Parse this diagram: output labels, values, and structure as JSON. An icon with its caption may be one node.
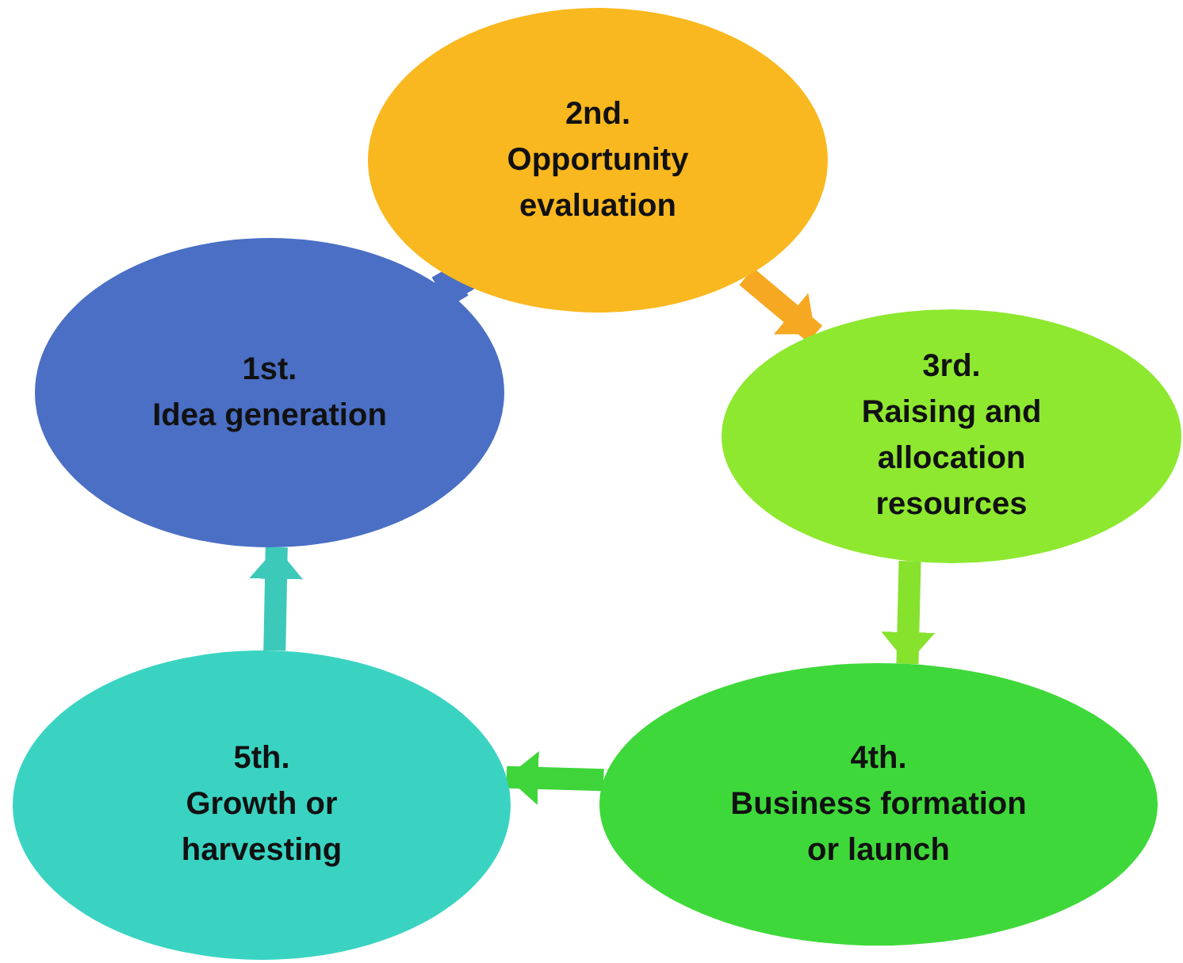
{
  "diagram": {
    "nodes": [
      {
        "text": [
          "1st.",
          "Idea generation"
        ]
      },
      {
        "text": [
          "2nd.",
          "Opportunity evaluation"
        ]
      },
      {
        "text": [
          "3rd.",
          "Raising and allocation resources"
        ]
      },
      {
        "text": [
          "4th.",
          "Business formation or launch"
        ]
      },
      {
        "text": [
          "5th.",
          "Growth or harvesting"
        ]
      }
    ],
    "edges": [
      {
        "from": 0,
        "to": 1,
        "arrow": "to",
        "color": "#4a6fc4"
      },
      {
        "from": 1,
        "to": 2,
        "arrow": "to",
        "color": "#f7a823"
      },
      {
        "from": 2,
        "to": 3,
        "arrow": "to",
        "color": "#86e22c"
      },
      {
        "from": 3,
        "to": 4,
        "arrow": "to",
        "color": "#3fd43a"
      },
      {
        "from": 4,
        "to": 0,
        "arrow": "to",
        "color": "#3cc9b9"
      }
    ]
  }
}
